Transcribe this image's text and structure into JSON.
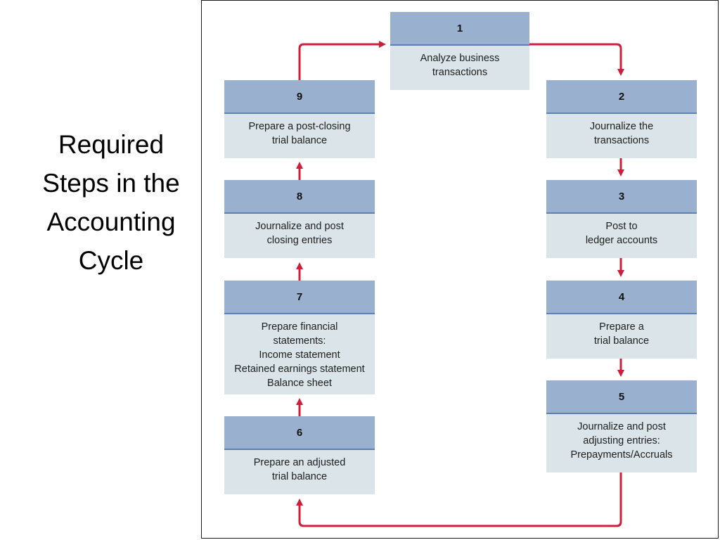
{
  "title_lines": [
    "Required",
    "Steps in the",
    "Accounting",
    "Cycle"
  ],
  "colors": {
    "header": "#9ab0cf",
    "body": "#dbe5e9",
    "arrow": "#cc1f3c"
  },
  "steps": [
    {
      "num": "1",
      "lines": [
        "Analyze business",
        "transactions"
      ]
    },
    {
      "num": "2",
      "lines": [
        "Journalize the",
        "transactions"
      ]
    },
    {
      "num": "3",
      "lines": [
        "Post to",
        "ledger accounts"
      ]
    },
    {
      "num": "4",
      "lines": [
        "Prepare a",
        "trial balance"
      ]
    },
    {
      "num": "5",
      "lines": [
        "Journalize and post",
        "adjusting entries:",
        "Prepayments/Accruals"
      ]
    },
    {
      "num": "6",
      "lines": [
        "Prepare an adjusted",
        "trial balance"
      ]
    },
    {
      "num": "7",
      "lines": [
        "Prepare financial",
        "statements:",
        "Income statement",
        "Retained earnings statement",
        "Balance sheet"
      ]
    },
    {
      "num": "8",
      "lines": [
        "Journalize and post",
        "closing entries"
      ]
    },
    {
      "num": "9",
      "lines": [
        "Prepare a post-closing",
        "trial balance"
      ]
    }
  ],
  "flow": [
    [
      "1",
      "2"
    ],
    [
      "2",
      "3"
    ],
    [
      "3",
      "4"
    ],
    [
      "4",
      "5"
    ],
    [
      "5",
      "6"
    ],
    [
      "6",
      "7"
    ],
    [
      "7",
      "8"
    ],
    [
      "8",
      "9"
    ],
    [
      "9",
      "1"
    ]
  ]
}
